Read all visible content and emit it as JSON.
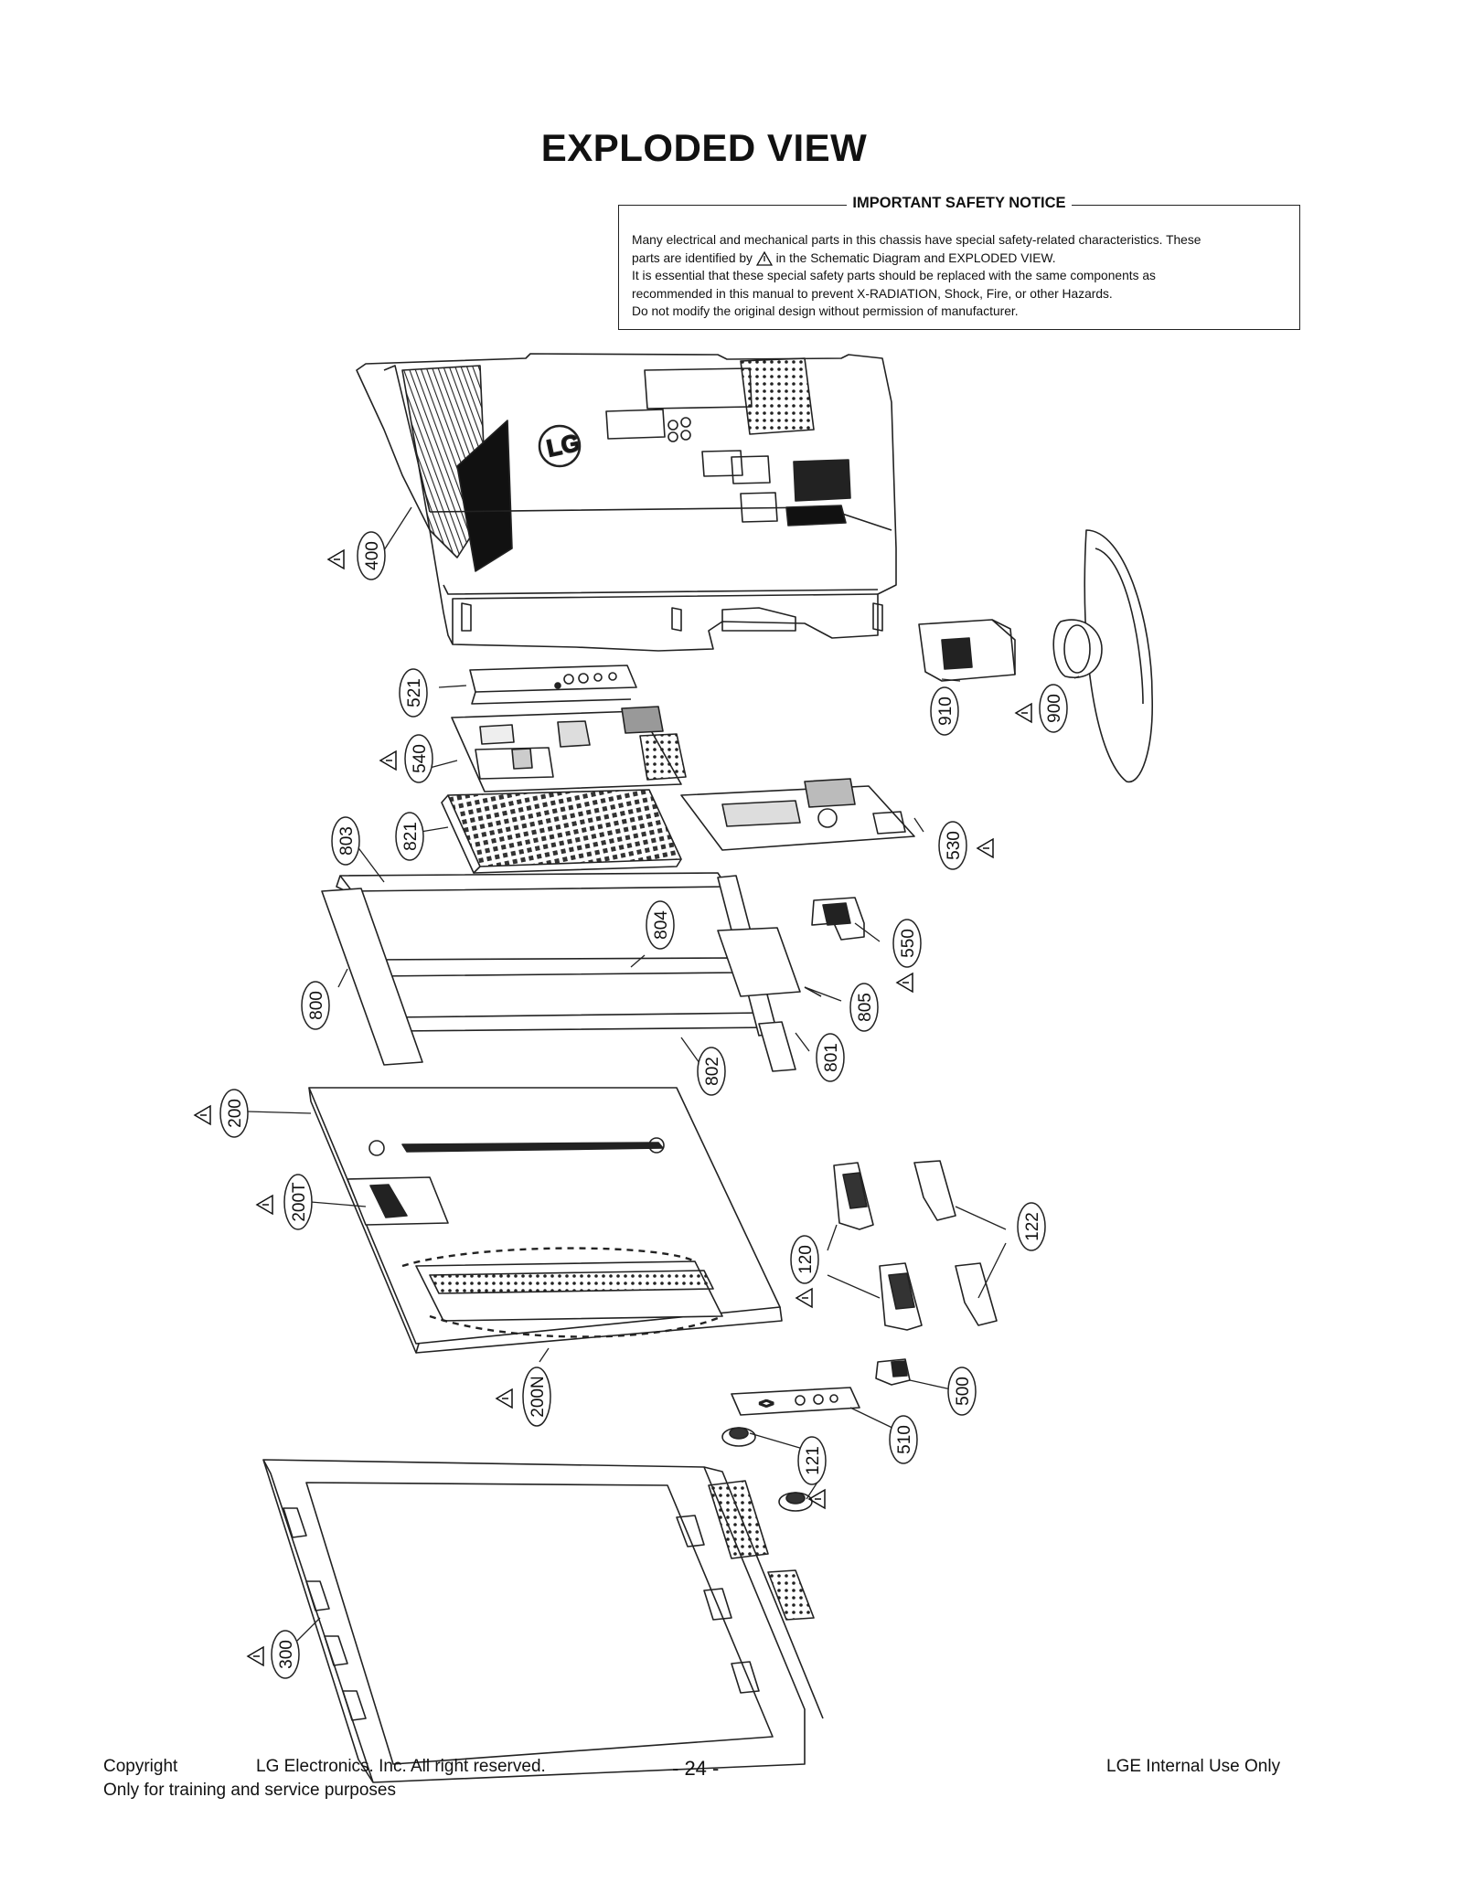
{
  "page_title": "EXPLODED VIEW",
  "safety_notice": {
    "heading": "IMPORTANT SAFETY NOTICE",
    "line1": "Many electrical and mechanical parts in this chassis have special safety-related characteristics. These",
    "line2_before": "parts are identified by",
    "line2_after": "in the Schematic Diagram and EXPLODED VIEW.",
    "line3": "It is essential that these special safety parts should be replaced with the same components as",
    "line4": "recommended in this manual to prevent X-RADIATION, Shock, Fire, or other Hazards.",
    "line5": "Do not modify the original design without permission of manufacturer."
  },
  "logo_text": "LG",
  "callouts": {
    "p400": "400",
    "p521": "521",
    "p540": "540",
    "p821": "821",
    "p803": "803",
    "p910": "910",
    "p900": "900",
    "p530": "530",
    "p550": "550",
    "p804": "804",
    "p805": "805",
    "p800": "800",
    "p801": "801",
    "p802": "802",
    "p200": "200",
    "p200T": "200T",
    "p120": "120",
    "p122": "122",
    "p200N": "200N",
    "p500": "500",
    "p510": "510",
    "p121": "121",
    "p300": "300"
  },
  "footer": {
    "copyright": "Copyright",
    "company": "LG Electronics. Inc. All right reserved.",
    "page_number": "- 24 -",
    "internal": "LGE Internal Use Only",
    "purpose": "Only for training and service purposes"
  }
}
